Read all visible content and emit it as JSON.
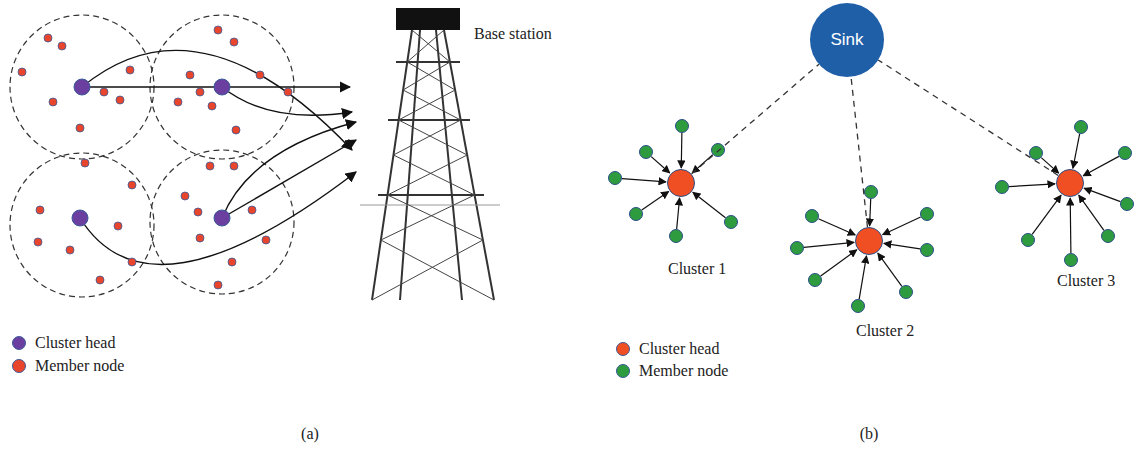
{
  "diagram": {
    "nodes": [
      {
        "text": [
          "Sink"
        ]
      },
      {
        "text": [
          "Cluster 1"
        ]
      },
      {
        "text": [
          "Cluster 2"
        ]
      },
      {
        "text": [
          "Cluster 3"
        ]
      }
    ],
    "edges": [
      {
        "from": 1,
        "to": 0,
        "arrow": "none"
      },
      {
        "from": 2,
        "to": 0,
        "arrow": "none"
      },
      {
        "from": 3,
        "to": 0,
        "arrow": "none"
      }
    ],
    "labels": [
      "Base station",
      "(a)",
      "(b)"
    ],
    "legend": [
      {
        "text": "Cluster head",
        "color": "#6b3fa0"
      },
      {
        "text": "Member node",
        "color": "#e8452c"
      },
      {
        "text": "Cluster head",
        "color": "#f04e23"
      },
      {
        "text": "Member node",
        "color": "#2e9b3e"
      }
    ]
  }
}
